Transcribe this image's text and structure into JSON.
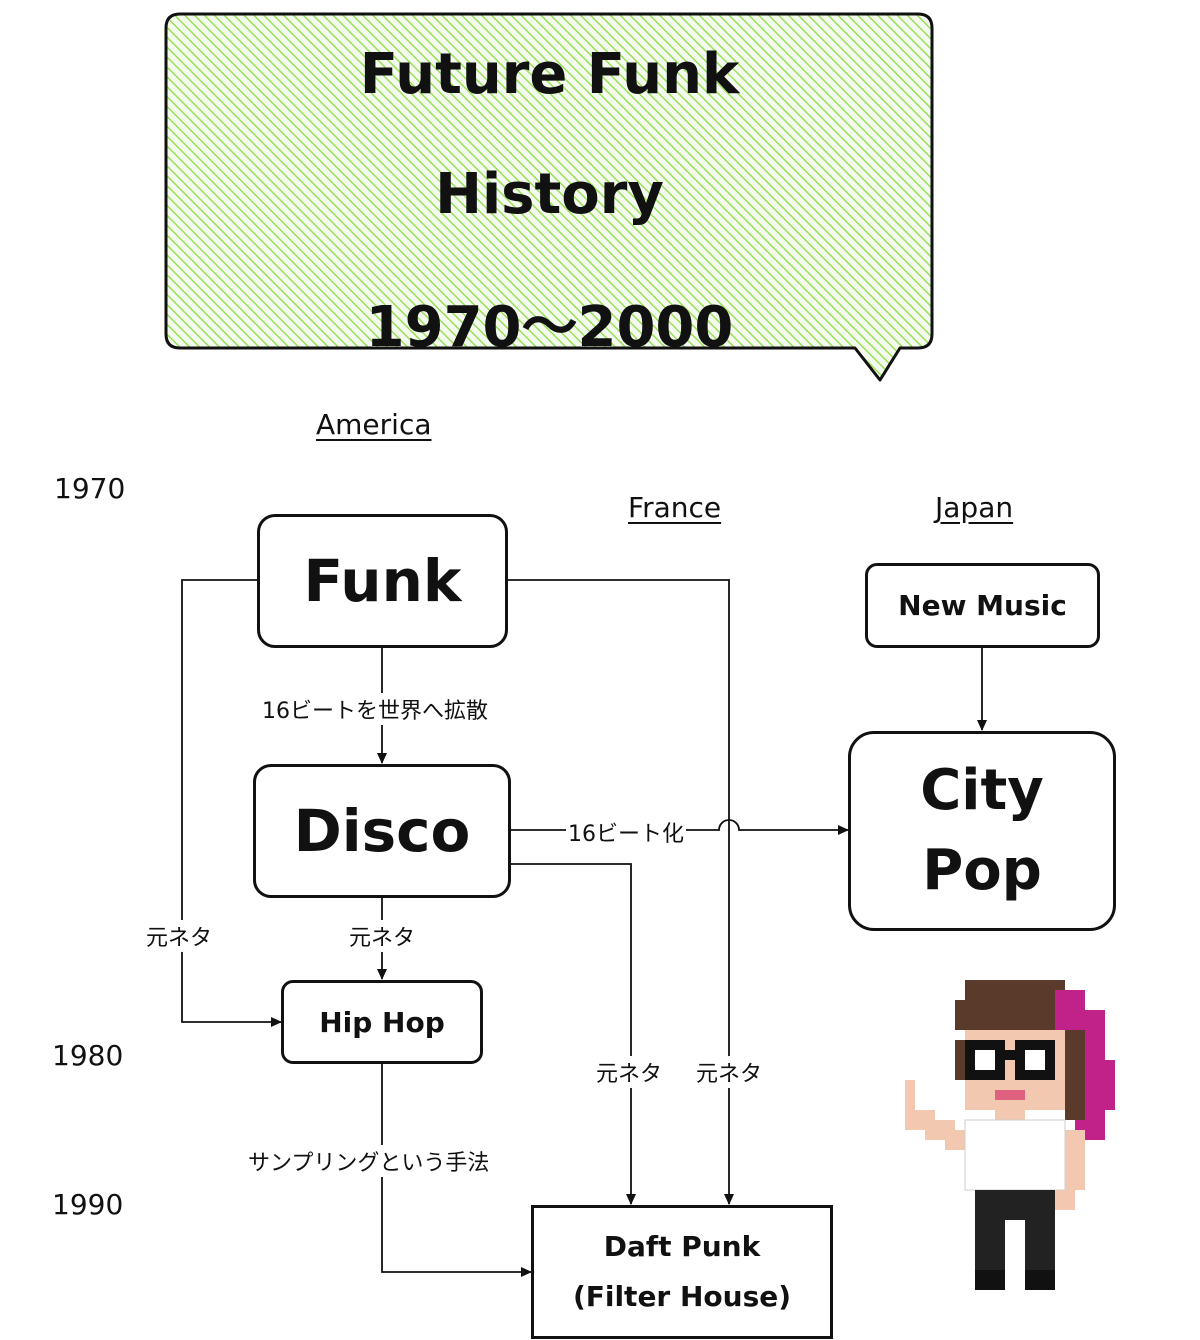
{
  "title": {
    "line1": "Future Funk",
    "line2": "History",
    "line3": "1970〜2000"
  },
  "regions": {
    "america": "America",
    "france": "France",
    "japan": "Japan"
  },
  "years": {
    "y1970": "1970",
    "y1980": "1980",
    "y1990": "1990"
  },
  "nodes": {
    "funk": "Funk",
    "disco": "Disco",
    "hiphop": "Hip Hop",
    "daftpunk_line1": "Daft Punk",
    "daftpunk_line2": "(Filter House)",
    "newmusic": "New Music",
    "citypop_line1": "City",
    "citypop_line2": "Pop"
  },
  "edge_labels": {
    "funk_to_disco": "16ビートを世界へ拡散",
    "disco_to_citypop": "16ビート化",
    "funk_to_hiphop": "元ネタ",
    "disco_to_hiphop": "元ネタ",
    "disco_to_daftpunk": "元ネタ",
    "funk_to_daftpunk": "元ネタ",
    "hiphop_to_daftpunk": "サンプリングという手法"
  },
  "colors": {
    "hatch": "#9be05a",
    "ink": "#111111"
  },
  "icons": {
    "character": "pixel-girl-pointing-icon"
  }
}
